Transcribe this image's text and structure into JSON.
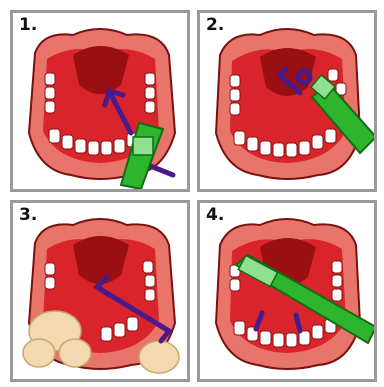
{
  "panels": [
    {
      "step": "1.",
      "brush": "green",
      "action": "rolling"
    },
    {
      "step": "2.",
      "brush": "green",
      "action": "angled"
    },
    {
      "step": "3.",
      "brush": "none",
      "action": "hand-rolling"
    },
    {
      "step": "4.",
      "brush": "green",
      "action": "horizontal"
    }
  ],
  "colors": {
    "gum": "#d8242a",
    "gum_dark": "#8a1010",
    "lip": "#e8746a",
    "tooth": "#ffffff",
    "brush": "#2db52d",
    "arrow": "#4a1a8a",
    "border": "#9a9a9a"
  }
}
